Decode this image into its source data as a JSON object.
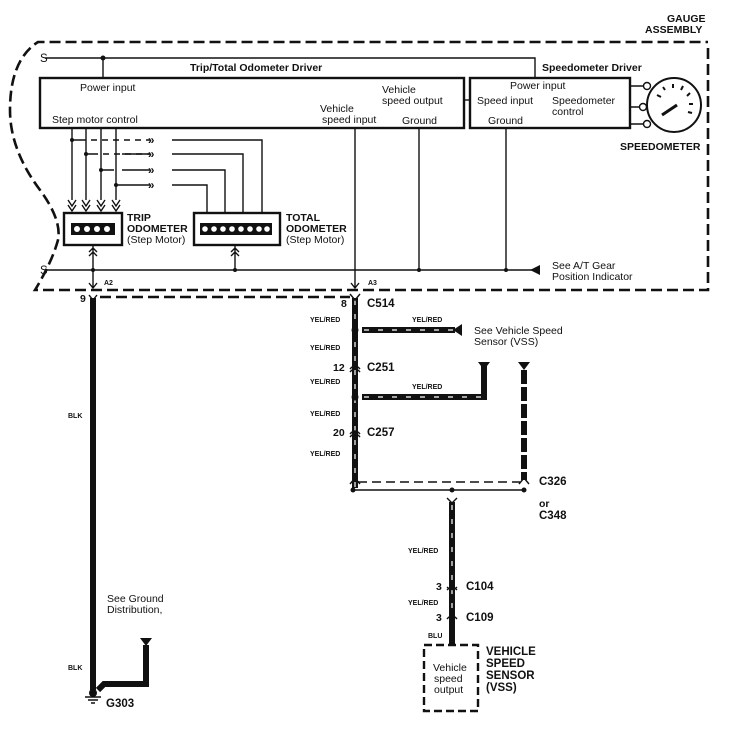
{
  "diagram": {
    "title": "Gauge Assembly - Odometer / Speedometer Circuit",
    "gauge_assembly": {
      "label_line1": "GAUGE",
      "label_line2": "ASSEMBLY"
    },
    "trip_total_driver": {
      "title": "Trip/Total Odometer Driver",
      "power_input": "Power input",
      "step_motor_control": "Step motor control",
      "vehicle_speed_input_1": "Vehicle",
      "vehicle_speed_input_2": "speed input",
      "vehicle_speed_output_1": "Vehicle",
      "vehicle_speed_output_2": "speed output",
      "ground": "Ground"
    },
    "speedometer_driver": {
      "title": "Speedometer Driver",
      "power_input": "Power input",
      "speed_input": "Speed input",
      "speedometer_control_1": "Speedometer",
      "speedometer_control_2": "control",
      "ground": "Ground"
    },
    "speedometer": {
      "label": "SPEEDOMETER"
    },
    "trip_odometer": {
      "line1": "TRIP",
      "line2": "ODOMETER",
      "line3": "(Step Motor)"
    },
    "total_odometer": {
      "line1": "TOTAL",
      "line2": "ODOMETER",
      "line3": "(Step Motor)"
    },
    "terminals": {
      "a2": "A2",
      "a3": "A3"
    },
    "at_gear_ref": {
      "line1": "See A/T Gear",
      "line2": "Position Indicator"
    },
    "connectors": {
      "c514": {
        "name": "C514",
        "pin": "8"
      },
      "c251": {
        "name": "C251",
        "pin": "12"
      },
      "c257": {
        "name": "C257",
        "pin": "20"
      },
      "c326": {
        "name": "C326",
        "alt_or": "or",
        "alt": "C348"
      },
      "c104": {
        "name": "C104",
        "pin": "3"
      },
      "c109": {
        "name": "C109",
        "pin": "3"
      },
      "ground_pin": "9"
    },
    "wire_colors": {
      "yel_red": "YEL/RED",
      "blk": "BLK",
      "blu": "BLU"
    },
    "vss_ref": {
      "line1": "See Vehicle Speed",
      "line2": "Sensor (VSS)"
    },
    "ground_ref": {
      "line1": "See Ground",
      "line2": "Distribution,"
    },
    "ground_point": "G303",
    "vss": {
      "inner_1": "Vehicle",
      "inner_2": "speed",
      "inner_3": "output",
      "label_1": "VEHICLE",
      "label_2": "SPEED",
      "label_3": "SENSOR",
      "label_4": "(VSS)"
    }
  }
}
